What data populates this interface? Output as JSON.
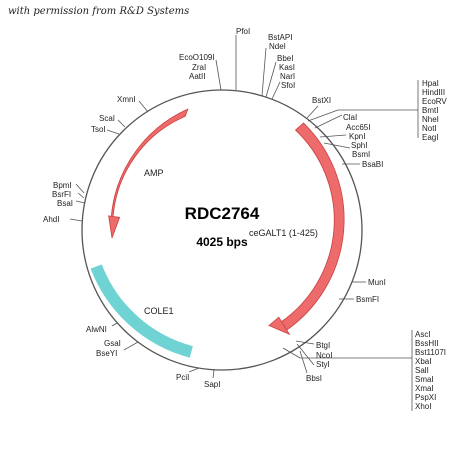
{
  "credit": "with permission from R&D Systems",
  "plasmid": {
    "name": "RDC2764",
    "size": "4025 bps"
  },
  "features": {
    "amp": "AMP",
    "insert": "ceGALT1 (1-425)",
    "cole1": "COLE1"
  },
  "colors": {
    "arrow_fill": "#ee6b6b",
    "arrow_stroke": "#c94040",
    "cole1": "#6fd3d3",
    "circle": "#555555"
  },
  "sites": {
    "pfol": "PfoI",
    "ecoo109i": "EcoO109I",
    "zrai": "ZraI",
    "aatii": "AatII",
    "bstapi": "BstAPI",
    "ndei": "NdeI",
    "bbei": "BbeI",
    "kasi": "KasI",
    "nari": "NarI",
    "sfoi": "SfoI",
    "bstxi": "BstXI",
    "clai": "ClaI",
    "acc65i": "Acc65I",
    "kpni": "KpnI",
    "sphi": "SphI",
    "bsmi": "BsmI",
    "bsabi": "BsaBI",
    "muni": "MunI",
    "bsmfi": "BsmFI",
    "btgi": "BtgI",
    "ncoi": "NcoI",
    "styi": "StyI",
    "bbsi": "BbsI",
    "sapi": "SapI",
    "pcii": "PciI",
    "bseyi": "BseYI",
    "gsai": "GsaI",
    "alwni": "AlwNI",
    "ahdi": "AhdI",
    "bsai": "BsaI",
    "bsrfi": "BsrFI",
    "bpmi": "BpmI",
    "tsoi": "TsoI",
    "scai": "ScaI",
    "xmni": "XmnI"
  },
  "mcs_top": [
    "HpaI",
    "HindIII",
    "EcoRV",
    "BmtI",
    "NheI",
    "NotI",
    "EagI"
  ],
  "mcs_bottom": [
    "AscI",
    "BssHII",
    "Bst1107I",
    "XbaI",
    "SalI",
    "SmaI",
    "XmaI",
    "PspXI",
    "XhoI"
  ]
}
